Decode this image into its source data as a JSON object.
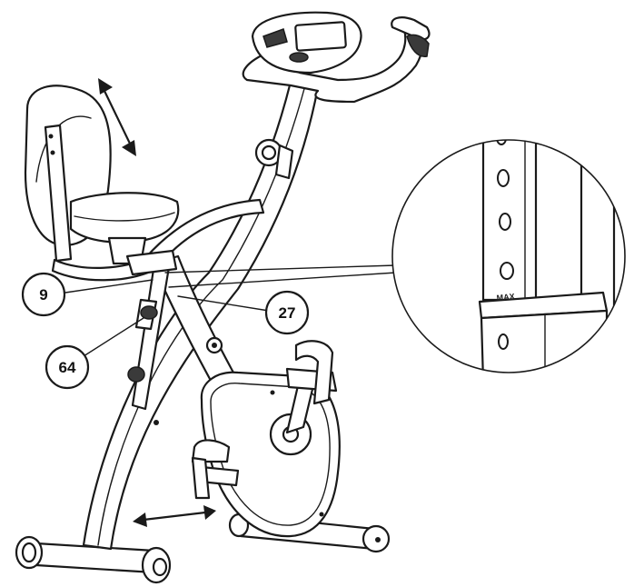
{
  "diagram": {
    "callouts": [
      {
        "id": "part-9",
        "label": "9"
      },
      {
        "id": "part-27",
        "label": "27"
      },
      {
        "id": "part-64",
        "label": "64"
      }
    ],
    "detail_inset": {
      "marking": "MAX"
    },
    "colors": {
      "line": "#1a1a1a",
      "background": "#ffffff",
      "shade": "#3a3a3a"
    }
  }
}
